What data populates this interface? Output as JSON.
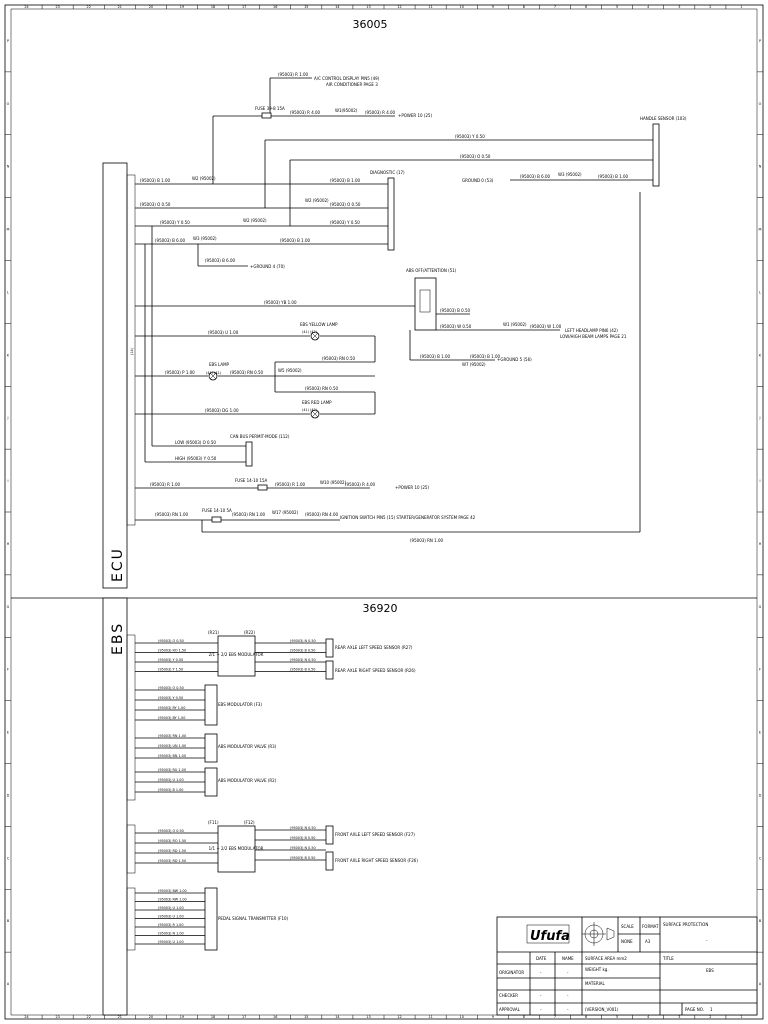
{
  "sheet": {
    "top_numbers": [
      "24",
      "23",
      "22",
      "21",
      "20",
      "19",
      "18",
      "17",
      "16",
      "15",
      "14",
      "13",
      "12",
      "11",
      "10",
      "9",
      "8",
      "7",
      "6",
      "5",
      "4",
      "3",
      "2",
      "1"
    ],
    "side_letters_left": [
      "P",
      "O",
      "N",
      "M",
      "L",
      "K",
      "J",
      "I",
      "H",
      "G",
      "F",
      "E",
      "D",
      "C",
      "B",
      "A"
    ],
    "side_letters_right": [
      "P",
      "O",
      "N",
      "M",
      "L",
      "K",
      "J",
      "I",
      "H",
      "G",
      "F",
      "E",
      "D",
      "C",
      "B",
      "A"
    ]
  },
  "upper": {
    "sheet_id": "36005",
    "ecu_label": "ECU",
    "wires": [
      {
        "code": "(95003)",
        "spec": "R 1.00",
        "to": "A/C CONTROL DISPLAY PIN5 (49)"
      },
      {
        "note": "AIR CONDITIONER PAGE 3"
      },
      {
        "fuse": "FUSE 39-8 15A",
        "code": "(95003)",
        "spec": "R 4.00",
        "mid": "W1(95002)",
        "spec2": "R 4.00",
        "to": "+POWER 10 (25)"
      },
      {
        "to": "HANDLE SENSOR (103)"
      },
      {
        "code": "(95003)",
        "spec": "Y 0.50"
      },
      {
        "code": "(95003)",
        "spec": "O 0.50"
      },
      {
        "code": "(95003)",
        "spec": "B 6.00",
        "to": "GROUND 0 (53)",
        "mid": "W3 (95002)",
        "spec2": "B 1.00"
      },
      {
        "code": "(95003)",
        "spec": "B 1.00",
        "mid": "W2 (95002)",
        "to": "DIAGNOSTIC (17)"
      },
      {
        "code": "(95003)",
        "spec": "O 0.50"
      },
      {
        "code": "(95003)",
        "spec": "Y 0.50",
        "mid": "W2 (95002)"
      },
      {
        "code": "(95003)",
        "spec": "B 6.00",
        "mid": "W3 (95002)",
        "spec2": "B 1.00"
      },
      {
        "code": "(95003)",
        "spec": "B 6.00",
        "to": "+GROUND 4 (70)"
      }
    ],
    "abs_label": "ABS OFF/ATTENTION (51)",
    "relay_wires": [
      {
        "code": "(95003)",
        "spec": "YB 1.00"
      },
      {
        "code": "(95003)",
        "spec": "B 0.50"
      },
      {
        "code": "(95003)",
        "spec": "W 0.50",
        "mid": "W1 (95002)",
        "spec2": "W 1.00",
        "to": "LEFT HEADLAMP PIN6 (42)"
      },
      {
        "note": "LOW/HIGH BEAM LAMPS PAGE 21"
      },
      {
        "code": "(95003)",
        "spec": "B 1.00",
        "mid": "W7 (95002)",
        "spec2": "B 1.00",
        "to": "+GROUND 5 (56)"
      }
    ],
    "lamps": [
      {
        "label": "EBS YELLOW LAMP",
        "pins": "(41)  (42)",
        "code": "(95003)",
        "spec": "U 1.00",
        "ret": "(95003) RN 0.50"
      },
      {
        "label": "EBS LAMP",
        "pins": "(41)  (41)",
        "code": "(95003)",
        "spec": "P 1.00",
        "ret": "(95003) RN 0.50",
        "mid": "W5 (95002)",
        "spec2": "RN 0.50"
      },
      {
        "label": "EBS RED LAMP",
        "pins": "(41)  (42)",
        "code": "(95003)",
        "spec": "DG 1.00"
      }
    ],
    "can_label": "CAN BUS PERMIT-MODE (112)",
    "can_low": "LOW   (95003) O 0.50",
    "can_high": "HIGH   (95003) Y 0.50",
    "fuse2": {
      "fuse": "FUSE 14-10 15A",
      "code": "(95003)",
      "spec": "R 1.00",
      "mid": "W10 (95002)",
      "spec2": "R 4.00",
      "to": "+POWER 10 (25)"
    },
    "fuse3": {
      "fuse": "FUSE 14-10 5A",
      "code": "(95003)",
      "spec": "RN 1.00",
      "mid": "W17 (95002)",
      "spec2": "RN 4.00",
      "to": "IGNITION SWITCH PIN5 (15) STARTER/GENERATOR SYSTEM PAGE 42"
    },
    "bottom_wire": "(95003) RN 1.00"
  },
  "lower": {
    "sheet_id": "36920",
    "ebs_label": "EBS",
    "mod1": {
      "pins": [
        "(R21)",
        "(R22)"
      ],
      "label": "2/1 + 2/2 EBS MODULATOR"
    },
    "mod2": {
      "pins": [
        "(F11)",
        "(F12)"
      ],
      "label": "1/1 + 2/2 EBS MODULATOR"
    },
    "valves": [
      "EBS MODULATOR (F3)",
      "ABS MODULATOR VALVE (R3)",
      "ABS MODULATOR VALVE (R2)"
    ],
    "transmitter": "PEDAL SIGNAL TRANSMITTER (F10)",
    "rear_left": "REAR AXLE LEFT SPEED SENSOR (R27)",
    "rear_right": "REAR AXLE RIGHT SPEED SENSOR (R26)",
    "front_left": "FRONT AXLE LEFT SPEED SENSOR (F27)",
    "front_right": "FRONT AXLE RIGHT SPEED SENSOR (F26)",
    "mod1_in": [
      "(95003) O 0.50",
      "(95003) RO 1.50",
      "(95003) Y 0.50",
      "(95003) Y 1.50"
    ],
    "mod1_out": [
      "(95003) N 0.50",
      "(95003) B 0.50",
      "(95003) N 0.50",
      "(95003) B 0.50"
    ],
    "f3_in": [
      "(95003) O 0.50",
      "(95003) Y 0.50",
      "(95003) RY 1.00",
      "(95003) BY 1.00"
    ],
    "r3_in": [
      "(95003) RN 1.00",
      "(95003) UN 1.00",
      "(95003) BN 1.00"
    ],
    "r2_in": [
      "(95003) RU 1.00",
      "(95003) U 1.00",
      "(95003) B 1.00"
    ],
    "mod2_in": [
      "(95003) O 0.50",
      "(95003) RO 1.50",
      "(95003) RD 1.50",
      "(95003) RD 1.50"
    ],
    "mod2_out": [
      "(95003) N 0.50",
      "(95003) B 0.50",
      "(95003) N 0.50",
      "(95003) B 0.50"
    ],
    "f10_in": [
      "(95003) BW 1.00",
      "(95003) RW 1.00",
      "(95003) U 1.00",
      "(95003) U 1.00",
      "(95003) R 1.00",
      "(95003) N 1.00",
      "(95003) U 1.00"
    ]
  },
  "titleblock": {
    "logo": "Ufufa",
    "scale_label": "SCALE",
    "scale_value": "NONE",
    "format_label": "FORMAT",
    "format_value": "A3",
    "surface_prot_label": "SURFACE PROTECTION",
    "surface_prot_value": "-",
    "date_label": "DATE",
    "name_label": "NAME",
    "surface_area_label": "SURFACE AREA mm2",
    "title_label": "TITLE",
    "title_value": "EBS",
    "originator": "ORIGINATOR",
    "checker": "CHECKER",
    "approval": "APPROVAL",
    "weight_label": "WEIGHT kg.",
    "material_label": "MATERIAL",
    "version_label": "(VERSION_V001)",
    "page_label": "PAGE NO.",
    "page_value": "1",
    "dash": "-"
  }
}
